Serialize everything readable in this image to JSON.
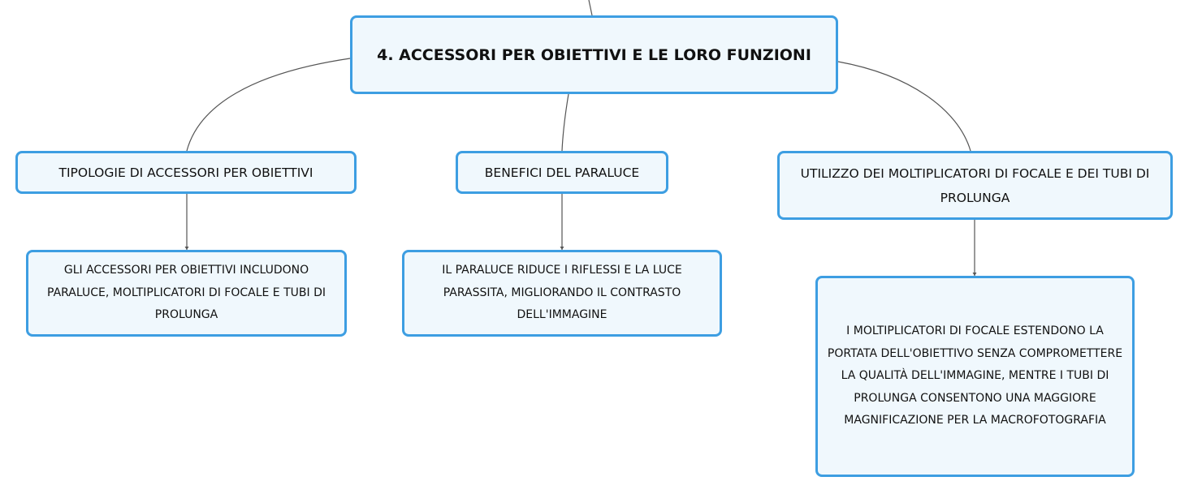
{
  "colors": {
    "node_border": "#3d9ee2",
    "node_fill": "#f0f8fd",
    "connector": "#555555",
    "text": "#111111"
  },
  "central": {
    "title": "4. ACCESSORI PER OBIETTIVI E LE LORO FUNZIONI"
  },
  "branches": [
    {
      "label": "TIPOLOGIE DI ACCESSORI PER OBIETTIVI",
      "detail": "GLI ACCESSORI PER OBIETTIVI INCLUDONO PARALUCE, MOLTIPLICATORI DI FOCALE E TUBI DI PROLUNGA"
    },
    {
      "label": "BENEFICI DEL PARALUCE",
      "detail": "IL PARALUCE RIDUCE I RIFLESSI E LA LUCE PARASSITA, MIGLIORANDO IL CONTRASTO DELL'IMMAGINE"
    },
    {
      "label": "UTILIZZO DEI MOLTIPLICATORI DI FOCALE E DEI TUBI DI PROLUNGA",
      "detail": "I MOLTIPLICATORI DI FOCALE ESTENDONO LA PORTATA DELL'OBIETTIVO SENZA COMPROMETTERE LA QUALITÀ DELL'IMMAGINE, MENTRE I TUBI DI PROLUNGA CONSENTONO UNA MAGGIORE MAGNIFICAZIONE PER LA MACROFOTOGRAFIA"
    }
  ]
}
